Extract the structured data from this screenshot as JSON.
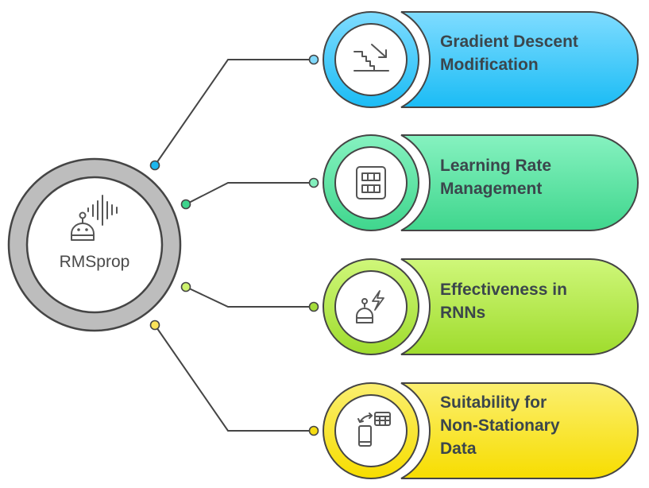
{
  "center": {
    "title": "RMSprop",
    "icon": "robot-with-soundwave-icon",
    "fill": "#bdbdbd"
  },
  "stroke_color": "#454545",
  "items": [
    {
      "title_line1": "Gradient Descent",
      "title_line2": "Modification",
      "title_line3": "",
      "icon": "stairs-descending-arrow-icon",
      "color_top": "#7fdcff",
      "color_bottom": "#1bbcf5",
      "dot_near": "#1cb6ee",
      "dot_far": "#80d9fb"
    },
    {
      "title_line1": "Learning Rate",
      "title_line2": "Management",
      "title_line3": "",
      "icon": "grid-panel-icon",
      "color_top": "#86f2c0",
      "color_bottom": "#3fd68d",
      "dot_near": "#3dd48d",
      "dot_far": "#82efbd"
    },
    {
      "title_line1": "Effectiveness in",
      "title_line2": "RNNs",
      "title_line3": "",
      "icon": "robot-lightning-icon",
      "color_top": "#cff77a",
      "color_bottom": "#9fdc2d",
      "dot_near": "#cdf26d",
      "dot_far": "#a4dc3a"
    },
    {
      "title_line1": "Suitability for",
      "title_line2": "Non-Stationary",
      "title_line3": "Data",
      "icon": "device-sync-table-icon",
      "color_top": "#fbef70",
      "color_bottom": "#f7dd00",
      "dot_near": "#fbe35a",
      "dot_far": "#f5dc12"
    }
  ]
}
